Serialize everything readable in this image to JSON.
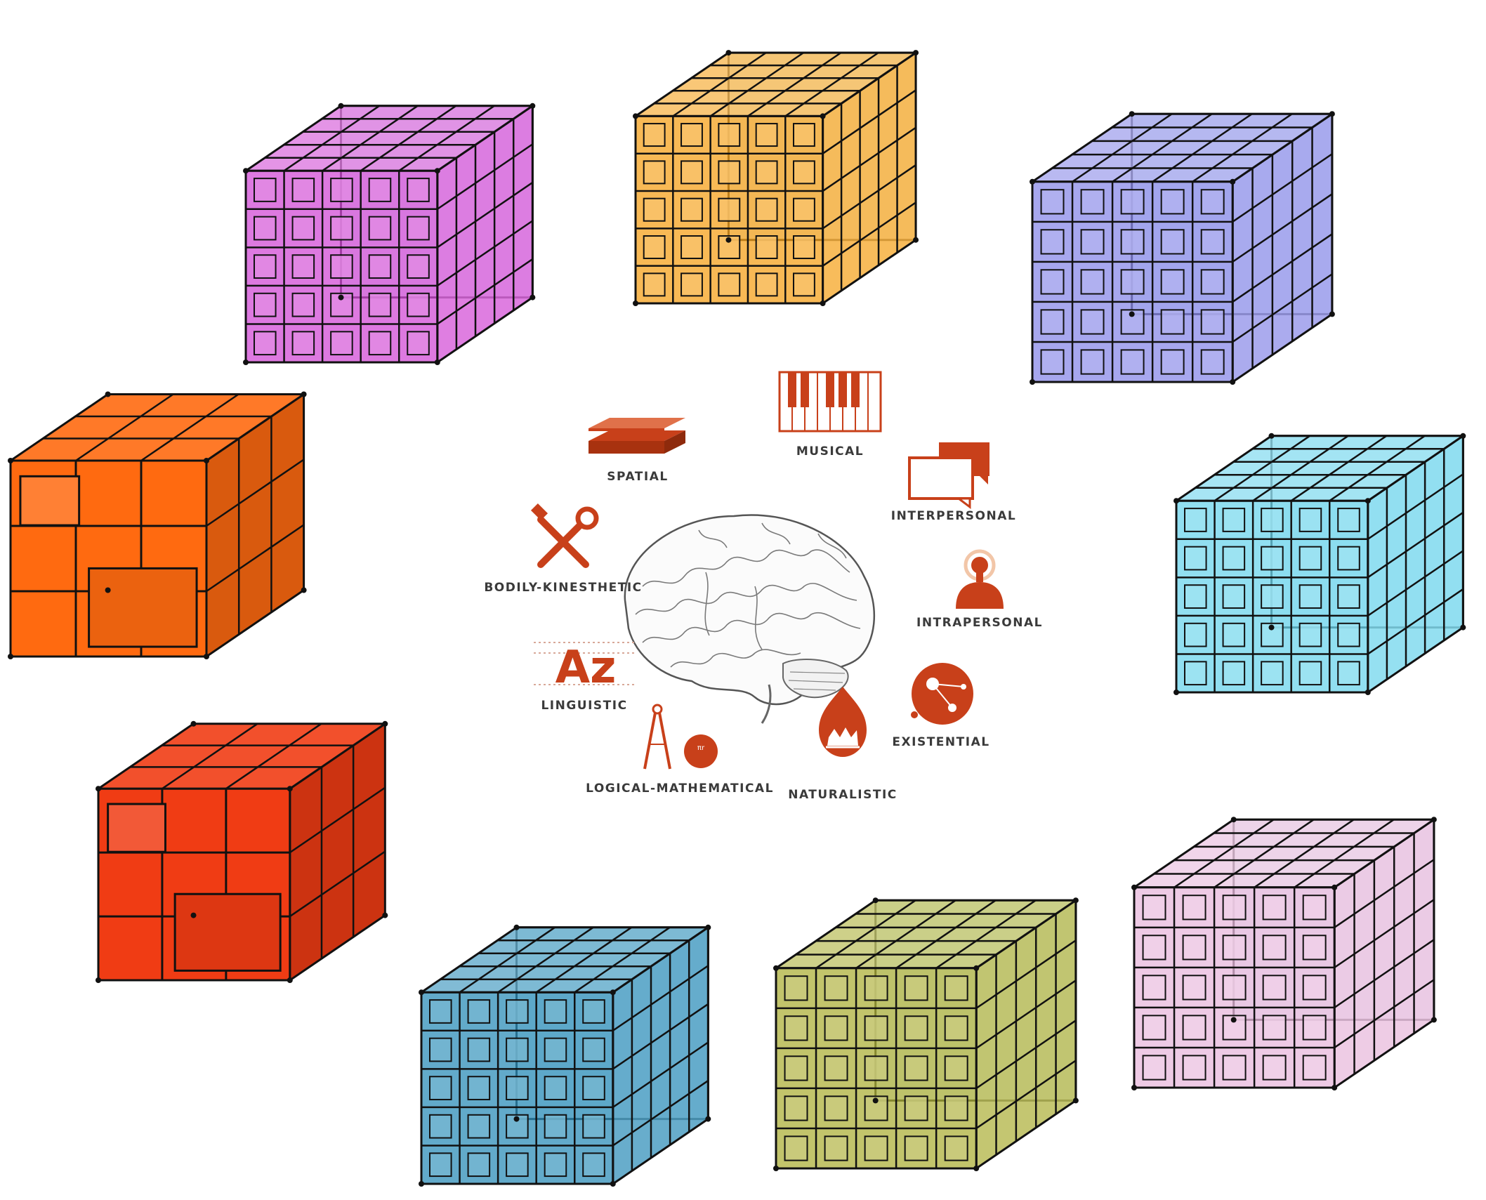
{
  "colors": {
    "accent": "#c8401a",
    "magenta": "#d24cd6",
    "yellow_orange": "#f6a21c",
    "periwinkle": "#8a8ae8",
    "orange": "#ff6a10",
    "cyan": "#6cd4ec",
    "red": "#f03c14",
    "teal_blue": "#2e8eb8",
    "olive": "#aeb03a",
    "pink": "#e8b8dc"
  },
  "cubes": [
    {
      "name": "magenta-cube",
      "color": "magenta",
      "fill": "modular-stack"
    },
    {
      "name": "yellow-orange-cube",
      "color": "yellow_orange",
      "fill": "two-walls"
    },
    {
      "name": "periwinkle-cube",
      "color": "periwinkle",
      "fill": "grid-castle"
    },
    {
      "name": "orange-cube",
      "color": "orange",
      "fill": "solid-rooms"
    },
    {
      "name": "cyan-cube",
      "color": "cyan",
      "fill": "full-grid"
    },
    {
      "name": "red-cube",
      "color": "red",
      "fill": "solid-rooms"
    },
    {
      "name": "teal-blue-cube",
      "color": "teal_blue",
      "fill": "stepped-grid"
    },
    {
      "name": "olive-cube",
      "color": "olive",
      "fill": "arch-grid"
    },
    {
      "name": "pink-cube",
      "color": "pink",
      "fill": "open-grid"
    }
  ],
  "intelligences": [
    {
      "key": "spatial",
      "label": "SPATIAL",
      "icon": "layers-icon"
    },
    {
      "key": "musical",
      "label": "MUSICAL",
      "icon": "piano-keys-icon"
    },
    {
      "key": "interpersonal",
      "label": "INTERPERSONAL",
      "icon": "speech-bubbles-icon"
    },
    {
      "key": "intrapersonal",
      "label": "INTRAPERSONAL",
      "icon": "person-glow-icon"
    },
    {
      "key": "existential",
      "label": "EXISTENTIAL",
      "icon": "orbit-icon"
    },
    {
      "key": "naturalistic",
      "label": "NATURALISTIC",
      "icon": "leaf-flame-icon"
    },
    {
      "key": "logical_mathematical",
      "label": "LOGICAL-MATHEMATICAL",
      "icon": "compass-icon"
    },
    {
      "key": "linguistic",
      "label": "LINGUISTIC",
      "icon": "letters-icon"
    },
    {
      "key": "bodily_kinesthetic",
      "label": "BODILY-KINESTHETIC",
      "icon": "tools-icon"
    }
  ],
  "linguistic_glyph": "Az",
  "center_icon": "brain-icon"
}
